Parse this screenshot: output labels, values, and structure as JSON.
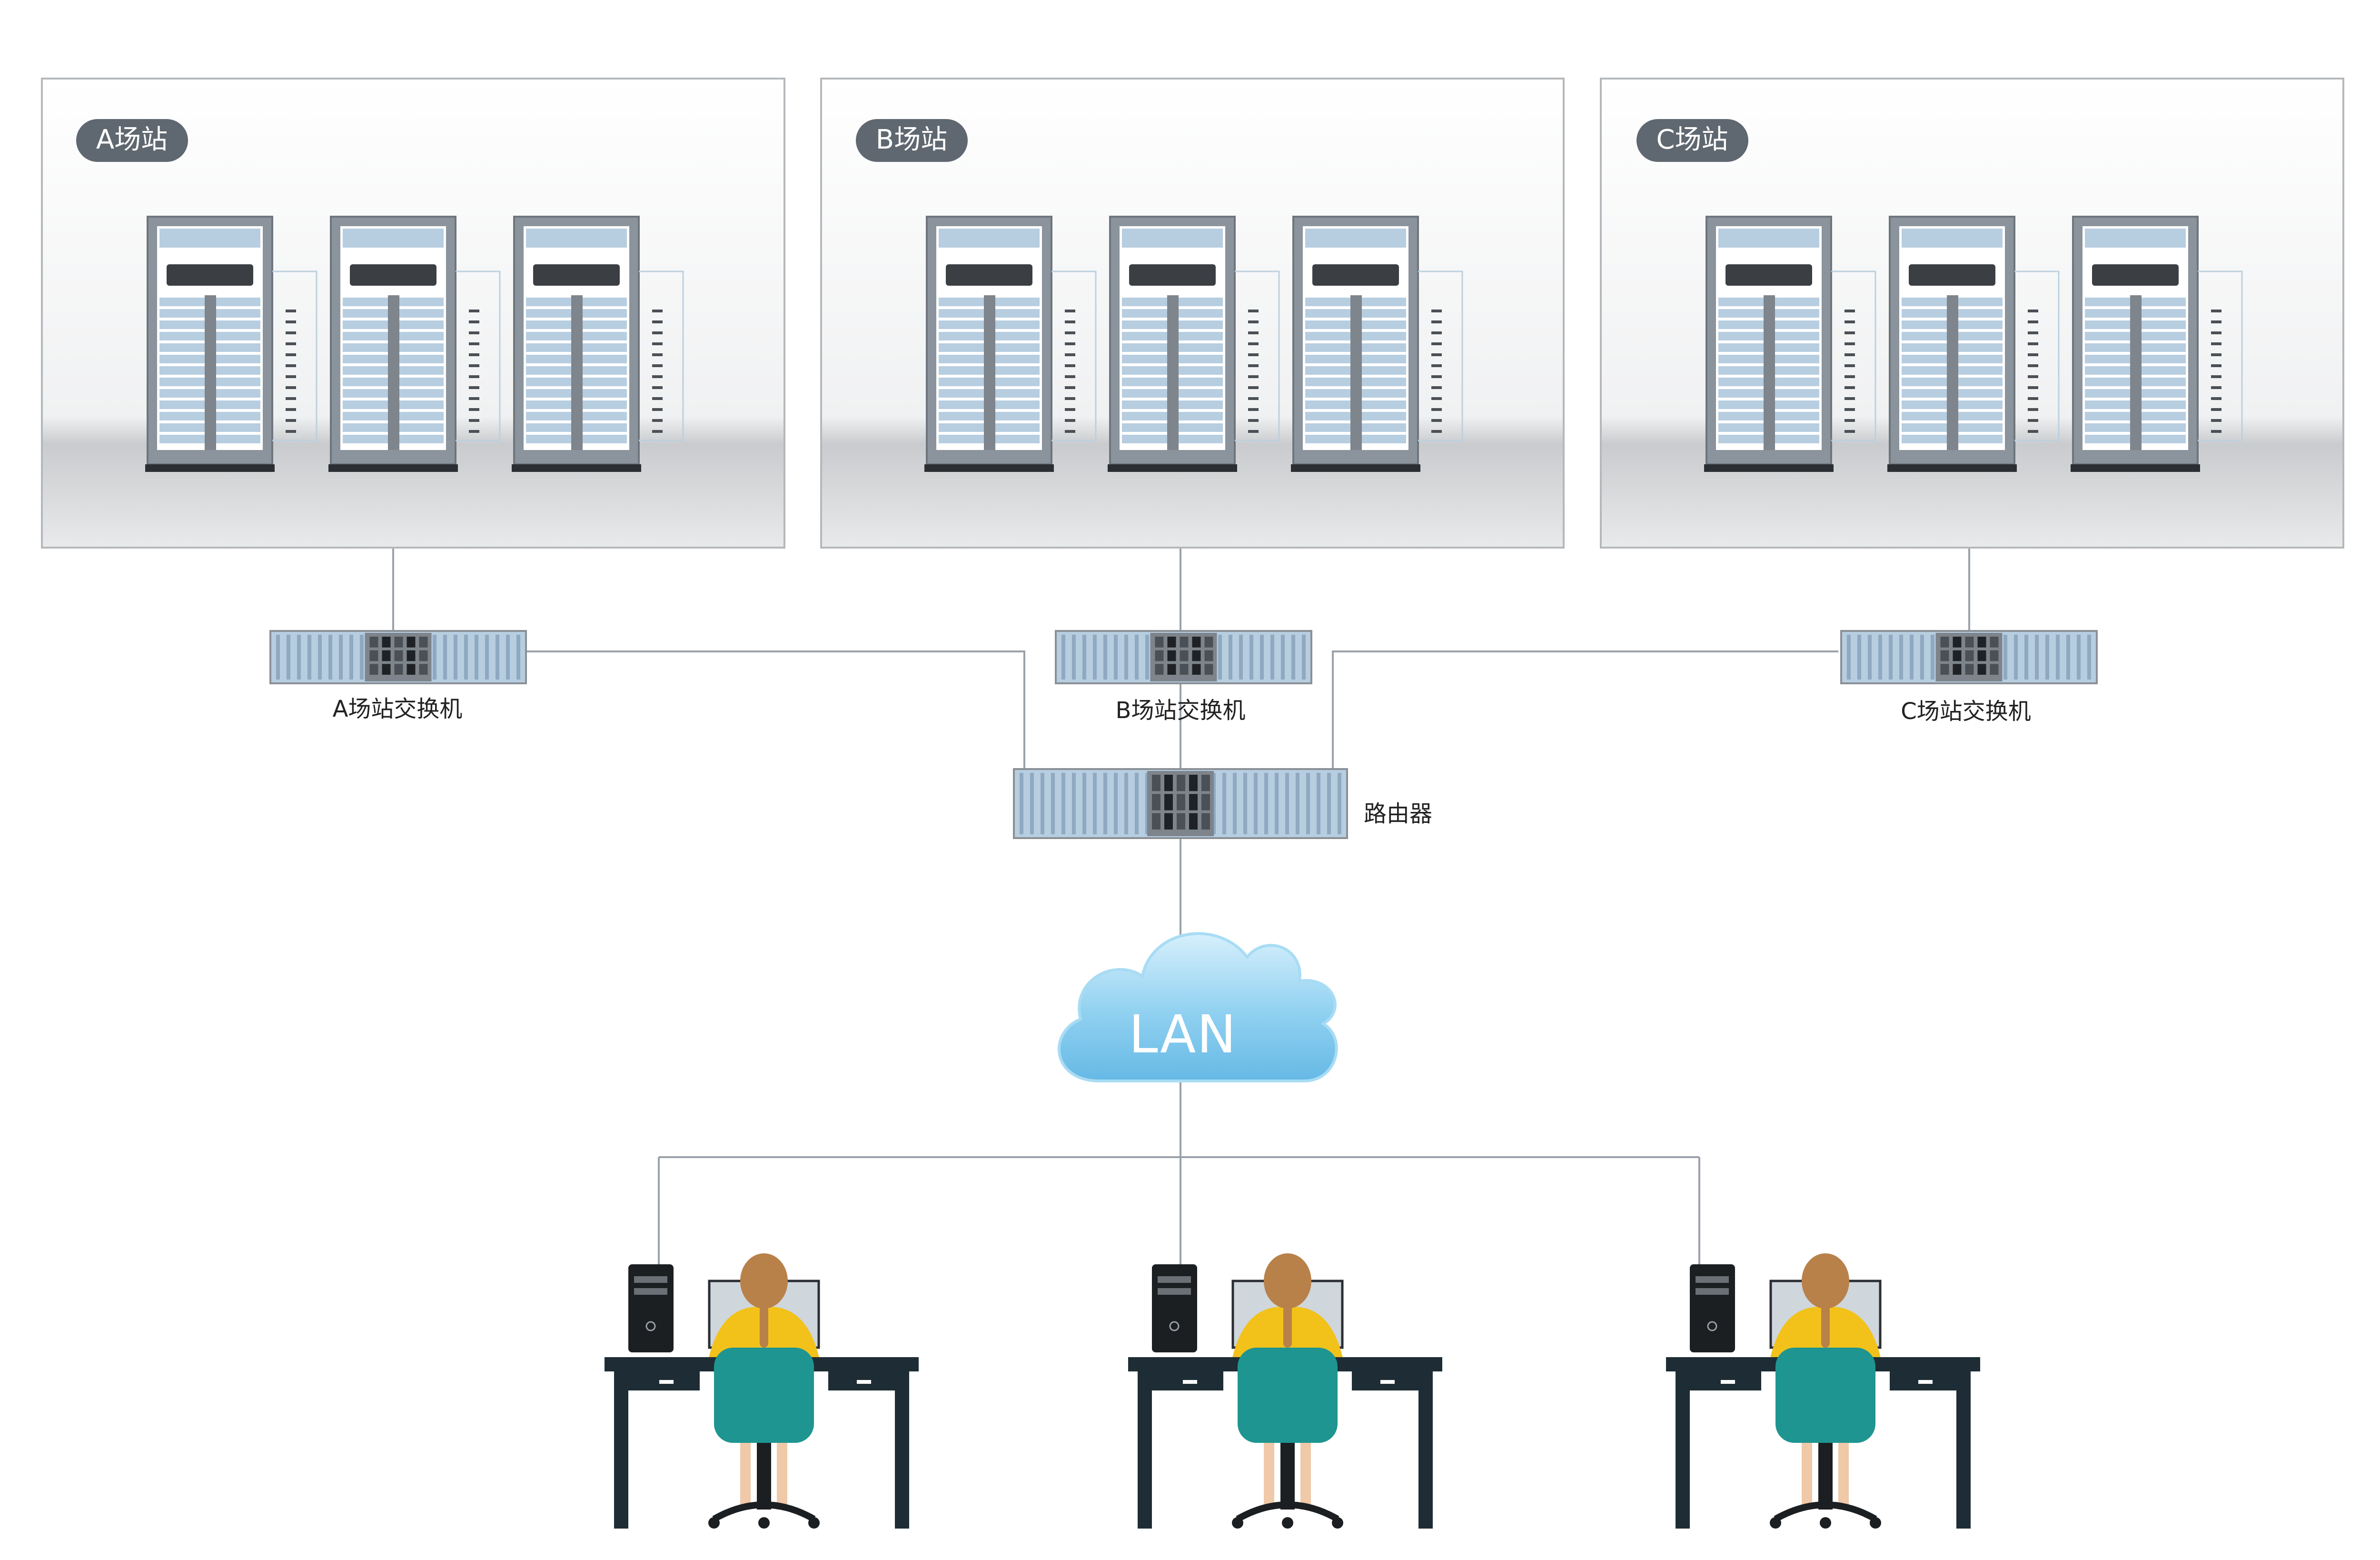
{
  "stations": [
    {
      "name": "A场站",
      "switch_label": "A场站交换机"
    },
    {
      "name": "B场站",
      "switch_label": "B场站交换机"
    },
    {
      "name": "C场站",
      "switch_label": "C场站交换机"
    }
  ],
  "router": {
    "label": "路由器"
  },
  "network": {
    "label": "LAN"
  },
  "colors": {
    "rack_frame": "#8b939c",
    "rack_panel": "#b7cde0",
    "link_line": "#9aa1a8",
    "cloud": "#8fd0f0",
    "label_pill": "#5f6770",
    "desk": "#1e2d35",
    "chair": "#1e9590",
    "shirt": "#f2c21a",
    "hair": "#b8814a"
  },
  "icons": [
    "server-rack-icon",
    "network-switch-icon",
    "router-icon",
    "cloud-icon",
    "pc-tower-icon",
    "monitor-icon",
    "desk-icon",
    "office-chair-icon",
    "person-icon"
  ]
}
